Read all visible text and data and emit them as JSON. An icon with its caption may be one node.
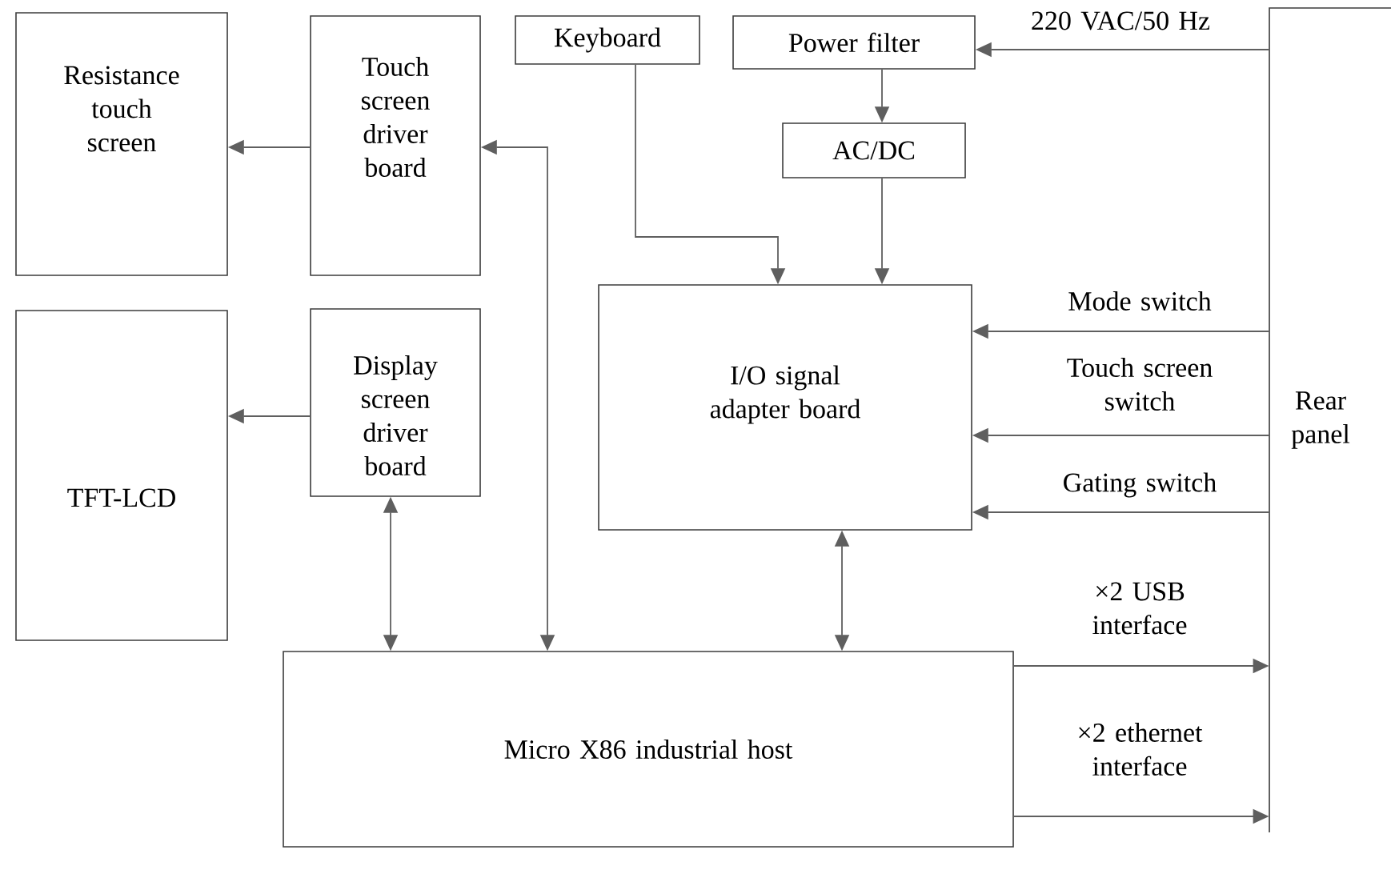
{
  "diagram": {
    "nodes": [
      {
        "text": [
          "Resistance touch screen"
        ]
      },
      {
        "text": [
          "Touch screen driver board"
        ]
      },
      {
        "text": [
          "Keyboard"
        ]
      },
      {
        "text": [
          "Power filter"
        ]
      },
      {
        "text": [
          "AC/DC"
        ]
      },
      {
        "text": [
          "I/O signal adapter board"
        ]
      },
      {
        "text": [
          "TFT-LCD"
        ]
      },
      {
        "text": [
          "Display screen driver board"
        ]
      },
      {
        "text": [
          "Micro X86 industrial host"
        ]
      },
      {
        "text": [
          "Rear panel"
        ]
      }
    ],
    "edges": [
      {
        "from": 1,
        "to": 0,
        "arrow": "to"
      },
      {
        "from": 7,
        "to": 6,
        "arrow": "to"
      },
      {
        "from": 8,
        "to": 1,
        "arrow": "both"
      },
      {
        "from": 8,
        "to": 7,
        "arrow": "both"
      },
      {
        "from": 2,
        "to": 5,
        "arrow": "to"
      },
      {
        "from": 3,
        "to": 4,
        "arrow": "to"
      },
      {
        "from": 4,
        "to": 5,
        "arrow": "to"
      },
      {
        "from": 9,
        "to": 3,
        "arrow": "to",
        "label": "220 VAC/50 Hz"
      },
      {
        "from": 9,
        "to": 5,
        "arrow": "to",
        "label": "Mode switch"
      },
      {
        "from": 9,
        "to": 5,
        "arrow": "to",
        "label": "Touch screen switch"
      },
      {
        "from": 9,
        "to": 5,
        "arrow": "to",
        "label": "Gating switch"
      },
      {
        "from": 5,
        "to": 8,
        "arrow": "both"
      },
      {
        "from": 8,
        "to": 9,
        "arrow": "to",
        "label": "×2 USB interface"
      },
      {
        "from": 8,
        "to": 9,
        "arrow": "to",
        "label": "×2 ethernet interface"
      }
    ]
  }
}
